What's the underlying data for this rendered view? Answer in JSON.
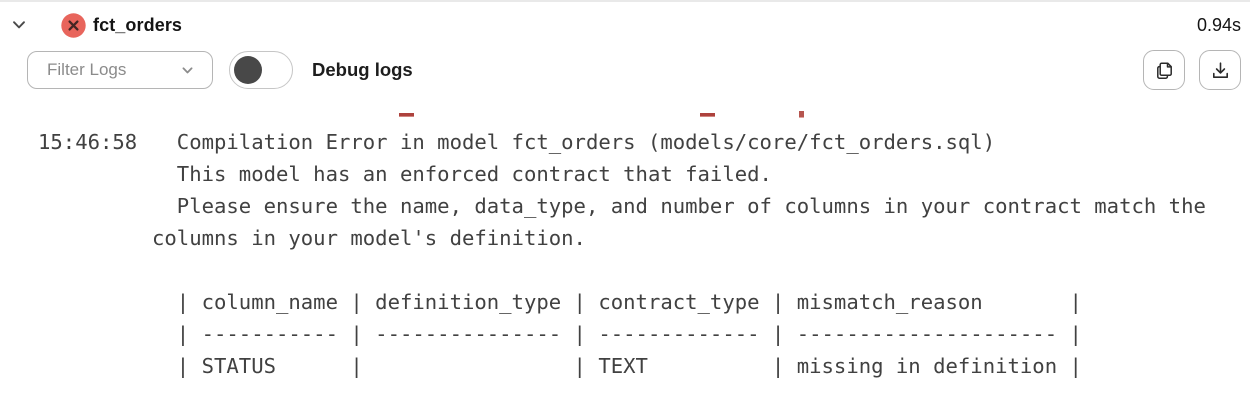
{
  "header": {
    "title": "fct_orders",
    "duration": "0.94s",
    "status": "error"
  },
  "toolbar": {
    "filter_label": "Filter Logs",
    "debug_toggle": {
      "label": "Debug logs",
      "state": "off"
    }
  },
  "log": {
    "timestamp": "15:46:58",
    "message_lines": [
      "  Compilation Error in model fct_orders (models/core/fct_orders.sql)",
      "  This model has an enforced contract that failed.",
      "  Please ensure the name, data_type, and number of columns in your contract match the",
      "columns in your model's definition.",
      "",
      "  | column_name | definition_type | contract_type | mismatch_reason       |",
      "  | ----------- | --------------- | ------------- | --------------------- |",
      "  | STATUS      |                 | TEXT          | missing in definition |"
    ]
  },
  "icons": {
    "collapse": "chevron-down",
    "status": "error-x-circle",
    "filter": "chevron-down",
    "copy": "copy-document",
    "download": "download-tray"
  },
  "colors": {
    "status_error_bg": "#e8655c",
    "status_error_x": "#432523",
    "clipped_red_line": "#ad423d",
    "log_text": "#414141",
    "muted_text": "#8b8b8b",
    "title_text": "#141414",
    "control_border": "#b5b5b5",
    "top_border": "#e9e9e9"
  }
}
